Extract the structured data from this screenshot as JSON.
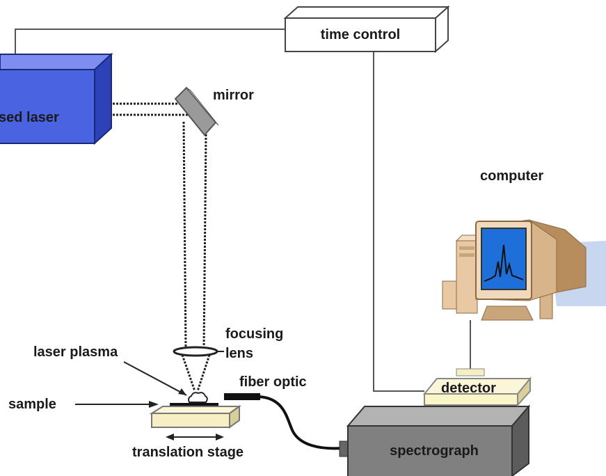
{
  "labels": {
    "time_control": "time control",
    "laser": "sed laser",
    "mirror": "mirror",
    "computer": "computer",
    "focusing": "focusing",
    "lens": "lens",
    "laser_plasma": "laser plasma",
    "fiber_optic": "fiber optic",
    "sample": "sample",
    "detector": "detector",
    "translation_stage": "translation stage",
    "spectrograph": "spectrograph"
  },
  "colors": {
    "laser_front": "#4a63e0",
    "laser_top": "#7d8ef0",
    "laser_side": "#2e42b8",
    "spectrograph_front": "#808080",
    "spectrograph_top": "#b3b3b3",
    "spectrograph_side": "#5c5c5c",
    "detector": "#fbf6c8",
    "stage": "#f6efc4",
    "computer_body": "#e9c9a4",
    "screen": "#1e6fd9"
  }
}
